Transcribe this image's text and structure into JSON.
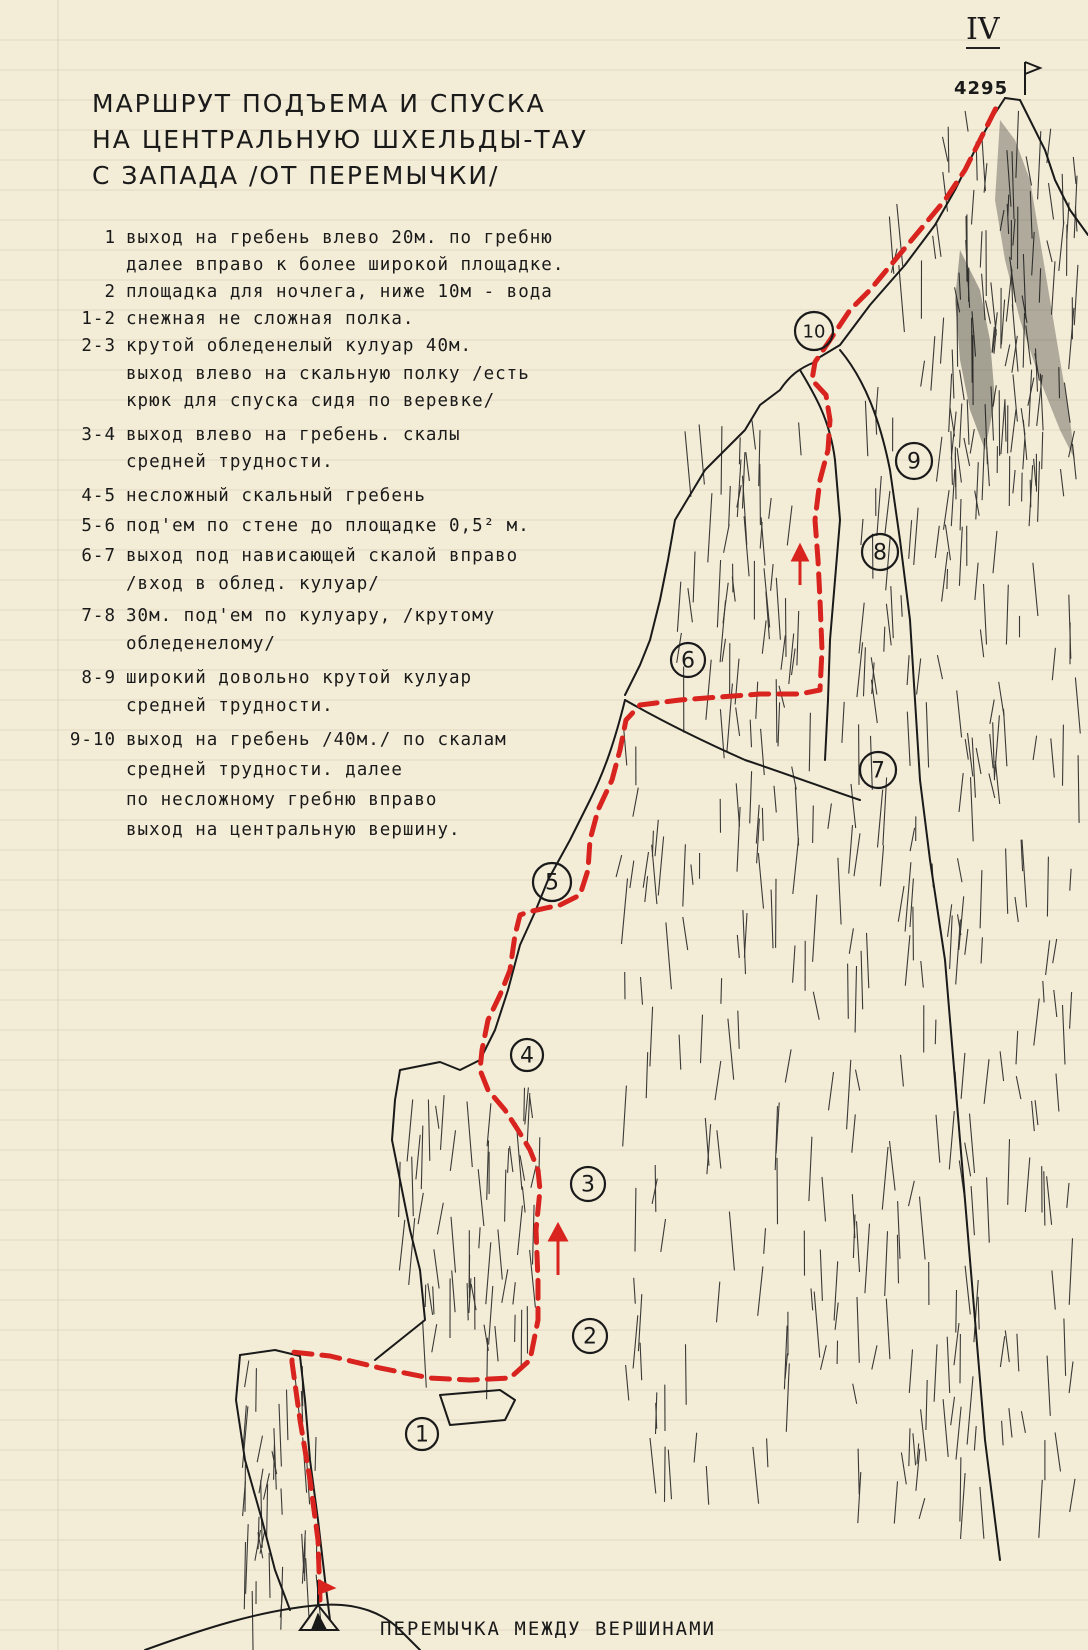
{
  "page_number": "IV",
  "summit_height": "4295",
  "title_lines": [
    "МАРШРУТ ПОДЪЕМА И СПУСКА",
    "НА ЦЕНТРАЛЬНУЮ ШХЕЛЬДЫ-ТАУ",
    "С ЗАПАДА /ОТ ПЕРЕМЫЧКИ/"
  ],
  "legend": [
    {
      "code": "1",
      "text": "выход на гребень влево 20м. по гребню"
    },
    {
      "code": "",
      "text": "далее вправо к более широкой площадке."
    },
    {
      "code": "2",
      "text": "площадка для ночлега, ниже 10м - вода"
    },
    {
      "code": "1-2",
      "text": "снежная не сложная полка."
    },
    {
      "code": "2-3",
      "text": "крутой обледенелый кулуар 40м."
    },
    {
      "code": "",
      "text": "выход влево на скальную полку /есть"
    },
    {
      "code": "",
      "text": "крюк для спуска сидя по веревке/"
    },
    {
      "code": "3-4",
      "text": "выход влево на гребень. скалы"
    },
    {
      "code": "",
      "text": "средней трудности."
    },
    {
      "code": "4-5",
      "text": "несложный скальный гребень"
    },
    {
      "code": "5-6",
      "text": "под'ем по стене до площадке 0,5² м."
    },
    {
      "code": "6-7",
      "text": "выход под нависающей скалой вправо"
    },
    {
      "code": "",
      "text": "/вход в облед. кулуар/"
    },
    {
      "code": "7-8",
      "text": "30м. под'ем по кулуару, /крутому"
    },
    {
      "code": "",
      "text": "обледенелому/"
    },
    {
      "code": "8-9",
      "text": "широкий довольно крутой кулуар"
    },
    {
      "code": "",
      "text": "средней трудности."
    },
    {
      "code": "9-10",
      "text": "выход на гребень /40м./ по скалам"
    },
    {
      "code": "",
      "text": "средней трудности. далее"
    },
    {
      "code": "",
      "text": "по несложному гребню вправо"
    },
    {
      "code": "",
      "text": "выход на центральную вершину."
    }
  ],
  "waypoints": [
    "1",
    "2",
    "3",
    "4",
    "5",
    "6",
    "7",
    "8",
    "9",
    "10"
  ],
  "col_label": "перемычка между вершинами",
  "colors": {
    "route": "#d8231f",
    "ink": "#1a1a1a",
    "paper": "#f3ecd7",
    "ruling": "#cfc6ad"
  },
  "icons": [
    "summit-flag-icon",
    "tent-icon",
    "route-arrow-icon"
  ]
}
